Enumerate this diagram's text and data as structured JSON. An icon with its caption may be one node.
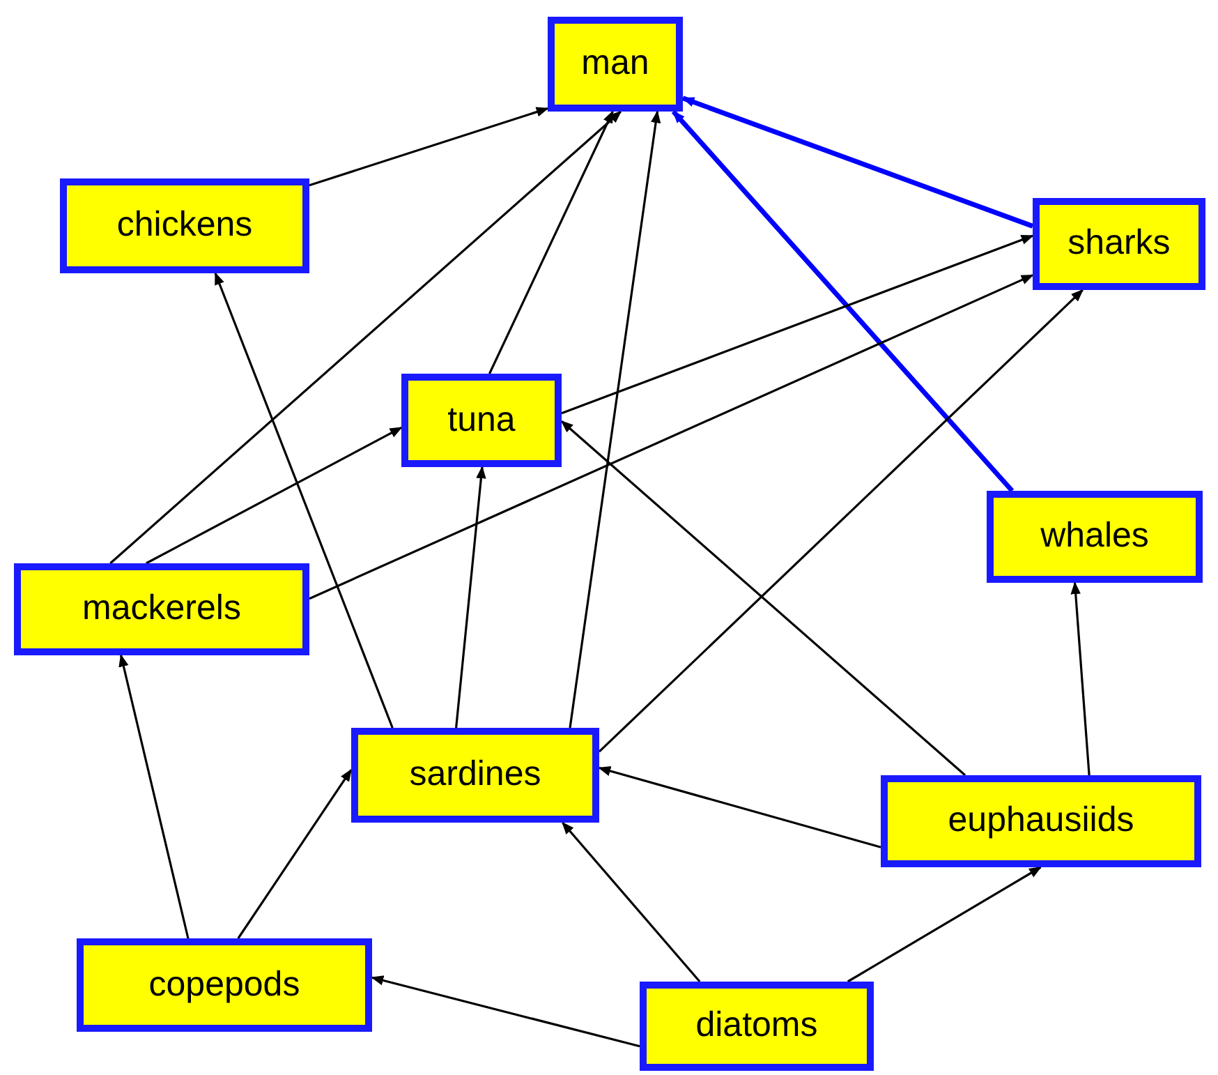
{
  "diagram": {
    "nodes": [
      {
        "text": [
          "man"
        ]
      },
      {
        "text": [
          "chickens"
        ]
      },
      {
        "text": [
          "sharks"
        ]
      },
      {
        "text": [
          "tuna"
        ]
      },
      {
        "text": [
          "whales"
        ]
      },
      {
        "text": [
          "mackerels"
        ]
      },
      {
        "text": [
          "sardines"
        ]
      },
      {
        "text": [
          "euphausiids"
        ]
      },
      {
        "text": [
          "copepods"
        ]
      },
      {
        "text": [
          "diatoms"
        ]
      }
    ],
    "edges": [
      {
        "from": 1,
        "to": 0,
        "arrow": "to"
      },
      {
        "from": 5,
        "to": 0,
        "arrow": "to"
      },
      {
        "from": 3,
        "to": 0,
        "arrow": "to"
      },
      {
        "from": 6,
        "to": 0,
        "arrow": "to"
      },
      {
        "from": 2,
        "to": 0,
        "arrow": "to",
        "style": "thick",
        "color": "#0000ff"
      },
      {
        "from": 4,
        "to": 0,
        "arrow": "to",
        "style": "thick",
        "color": "#0000ff"
      },
      {
        "from": 3,
        "to": 2,
        "arrow": "to"
      },
      {
        "from": 5,
        "to": 2,
        "arrow": "to"
      },
      {
        "from": 5,
        "to": 3,
        "arrow": "to"
      },
      {
        "from": 6,
        "to": 1,
        "arrow": "to"
      },
      {
        "from": 6,
        "to": 3,
        "arrow": "to"
      },
      {
        "from": 6,
        "to": 2,
        "arrow": "to"
      },
      {
        "from": 7,
        "to": 3,
        "arrow": "to"
      },
      {
        "from": 7,
        "to": 6,
        "arrow": "to"
      },
      {
        "from": 7,
        "to": 4,
        "arrow": "to"
      },
      {
        "from": 8,
        "to": 5,
        "arrow": "to"
      },
      {
        "from": 8,
        "to": 6,
        "arrow": "to"
      },
      {
        "from": 9,
        "to": 8,
        "arrow": "to"
      },
      {
        "from": 9,
        "to": 6,
        "arrow": "to"
      },
      {
        "from": 9,
        "to": 7,
        "arrow": "to"
      }
    ]
  }
}
